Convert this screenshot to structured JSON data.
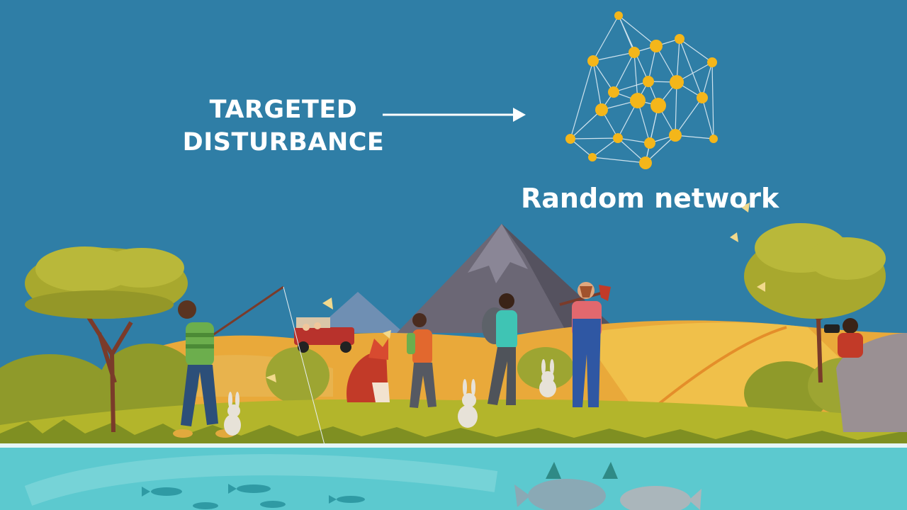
{
  "caption": {
    "line1": "TARGETED",
    "line2": "DISTURBANCE",
    "network_label": "Random network"
  },
  "colors": {
    "sky": "#2f7ea6",
    "node": "#f4b61a",
    "edge": "#cfe3ee",
    "water": "#5cc9cf",
    "meadow": "#b5b52a",
    "hills": "#e9a93a",
    "mountain": "#6d6a78"
  },
  "icons": [
    "arrow-right-icon",
    "random-network-icon",
    "fisherman-icon",
    "fox-icon",
    "rabbit-icon",
    "hiker-icon",
    "lumberjack-icon",
    "jeep-icon",
    "photographer-icon",
    "fish-icon",
    "tree-icon",
    "mountain-icon",
    "butterfly-icon"
  ]
}
